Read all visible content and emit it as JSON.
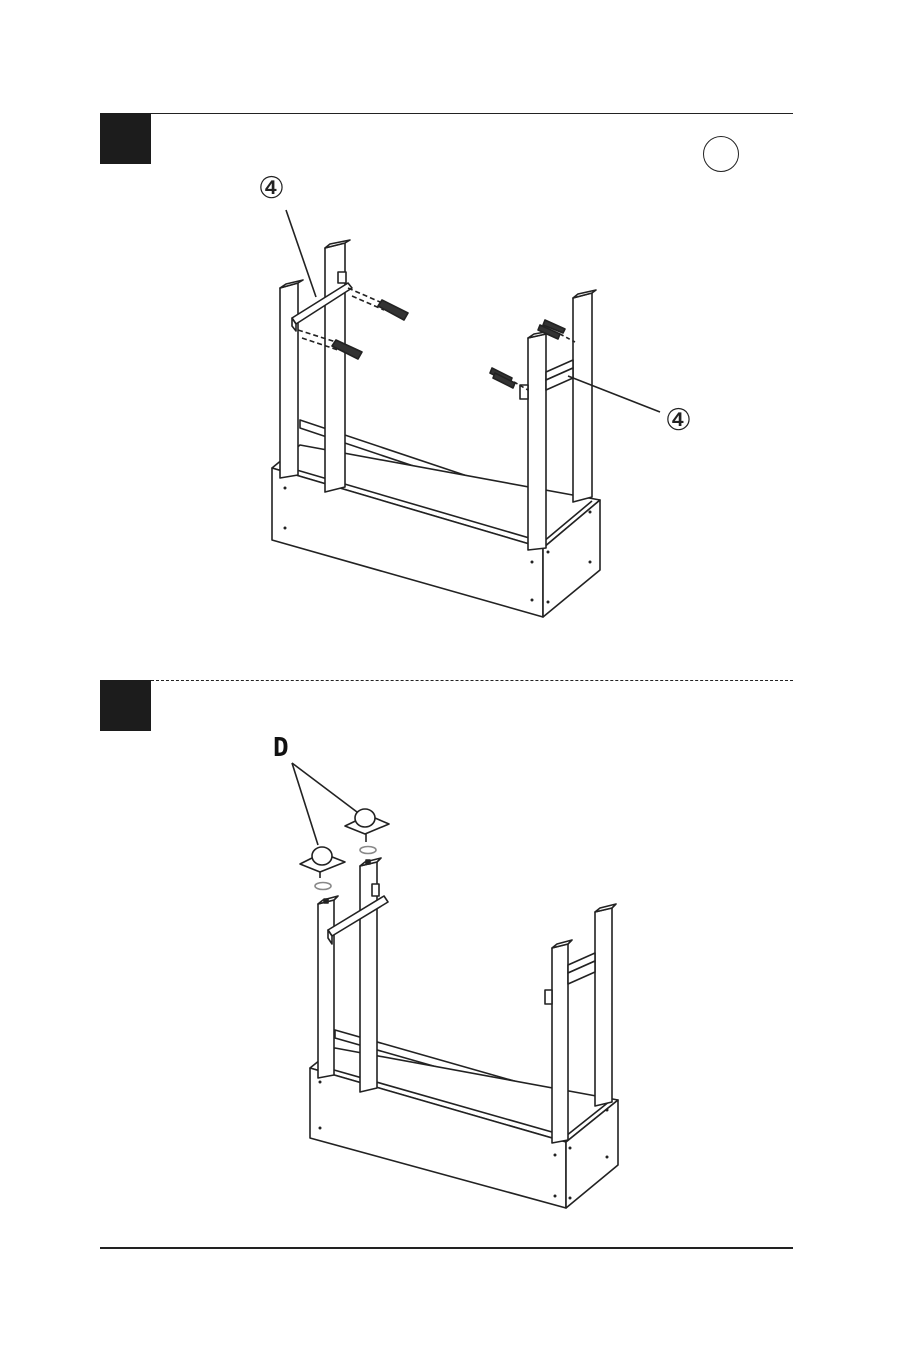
{
  "step1": {
    "part_callout_left": "④",
    "part_callout_right": "④"
  },
  "step2": {
    "part_label": "D"
  }
}
